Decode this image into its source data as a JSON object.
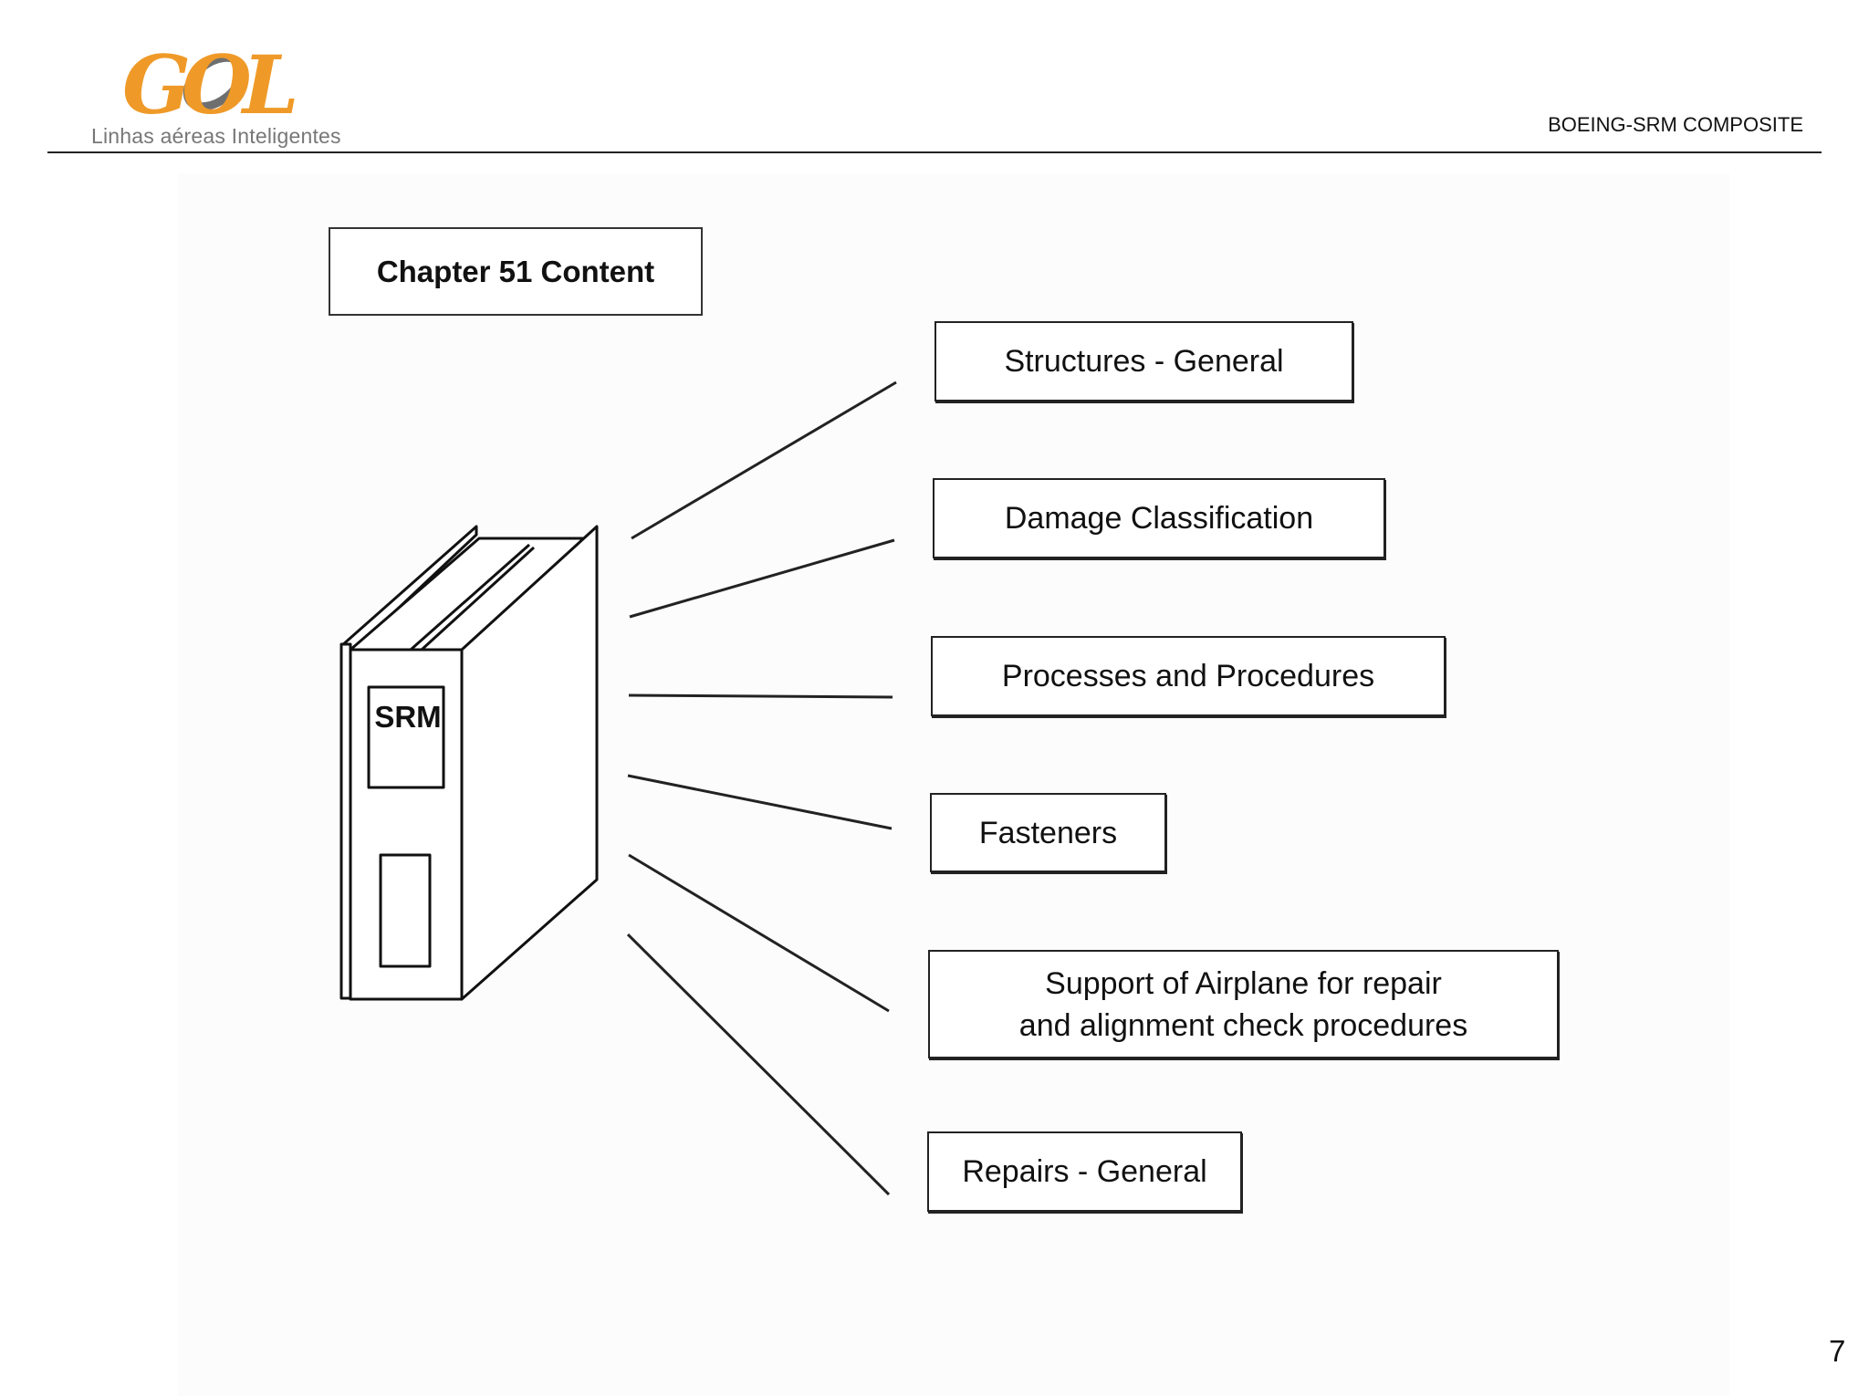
{
  "header": {
    "logo_text": "GOL",
    "logo_tagline": "Linhas aéreas Inteligentes",
    "document_title": "BOEING-SRM COMPOSITE"
  },
  "diagram": {
    "title": "Chapter 51 Content",
    "book_label": "SRM",
    "topics": [
      "Structures - General",
      "Damage Classification",
      "Processes and Procedures",
      "Fasteners",
      "Support of Airplane for repair\nand alignment check procedures",
      "Repairs - General"
    ]
  },
  "footer": {
    "page_number": "7"
  },
  "colors": {
    "logo_orange": "#ef9a28",
    "logo_gray": "#6f6f6f",
    "line": "#222222"
  }
}
